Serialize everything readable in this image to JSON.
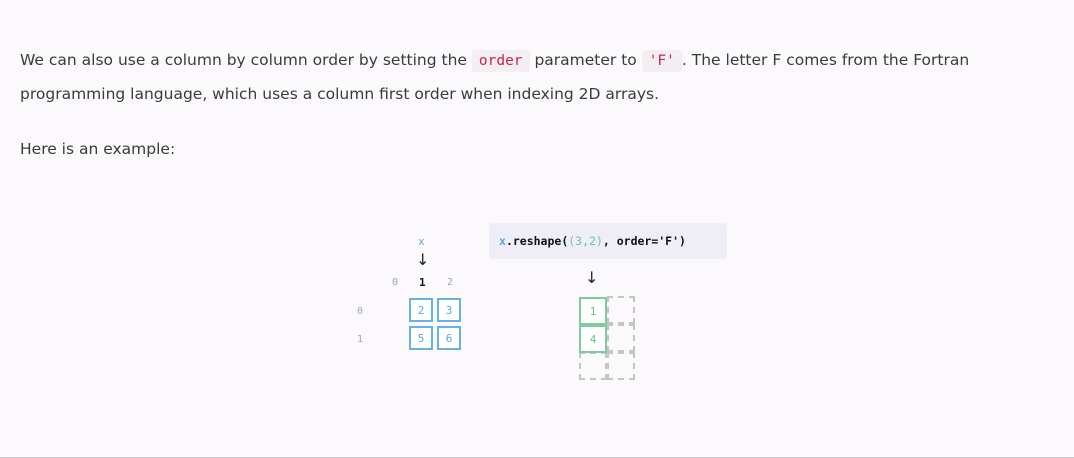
{
  "paragraph1": {
    "before": "We can also use a column by column order by setting the ",
    "code1": "order",
    "middle": " parameter to ",
    "code2": "'F'",
    "after": ". The letter F comes from the Fortran programming language, which uses a column first order when indexing 2D arrays."
  },
  "paragraph2": "Here is an example:",
  "diagram": {
    "source_var": "x",
    "arrow": "↓",
    "col_indices": [
      "0",
      "1",
      "2"
    ],
    "row_indices": [
      "0",
      "1"
    ],
    "source_values": [
      [
        "2",
        "3"
      ],
      [
        "5",
        "6"
      ]
    ],
    "code": {
      "var": "x",
      "method": ".reshape(",
      "args": "(3,2)",
      "rest": ", order='F')"
    },
    "result_values": [
      "1",
      "4"
    ],
    "colors": {
      "source": "#69b1e2",
      "result": "#7dcc9e",
      "placeholder": "#c5c5c5"
    }
  }
}
